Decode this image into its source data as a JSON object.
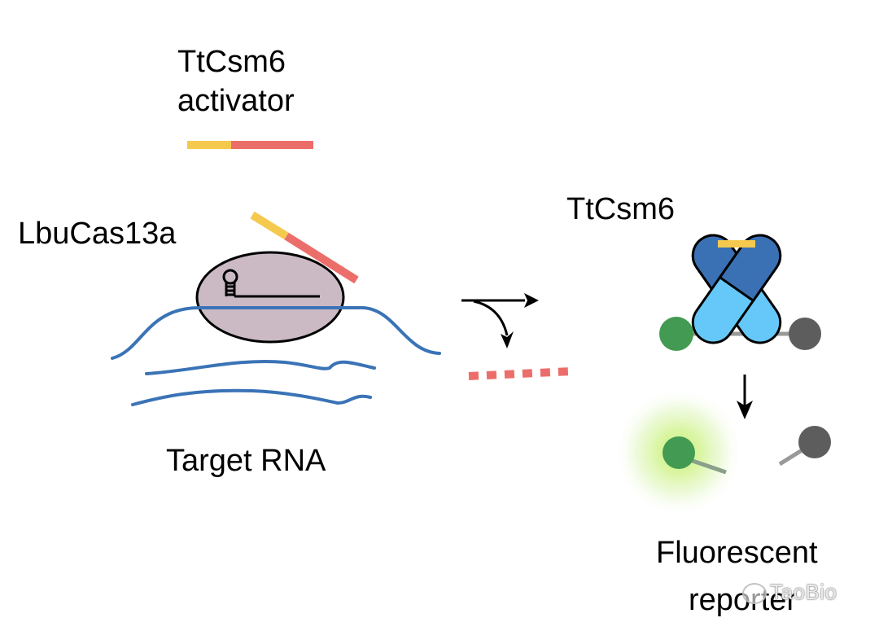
{
  "labels": {
    "activator_line1": "TtCsm6",
    "activator_line2": "activator",
    "cas_protein": "LbuCas13a",
    "csm6_protein": "TtCsm6",
    "target": "Target RNA",
    "reporter_line1": "Fluorescent",
    "reporter_line2": "reporter",
    "watermark": "TaoBio"
  },
  "colors": {
    "activator_yellow": "#f5c94e",
    "activator_red": "#ec6e6a",
    "cas_body": "#cbbac4",
    "rna_blue": "#3a73b6",
    "csm6_dark_blue": "#3a71b5",
    "csm6_light_blue": "#66c8f8",
    "fluorophore_green": "#439a52",
    "quencher_gray": "#5d5d5d",
    "linker_gray": "#999999",
    "glow_green": "#d9f5a0"
  },
  "icons": {
    "split_arrow": "split-arrow-icon",
    "down_arrow": "down-arrow-icon",
    "watermark_logo": "wechat-logo-icon"
  }
}
